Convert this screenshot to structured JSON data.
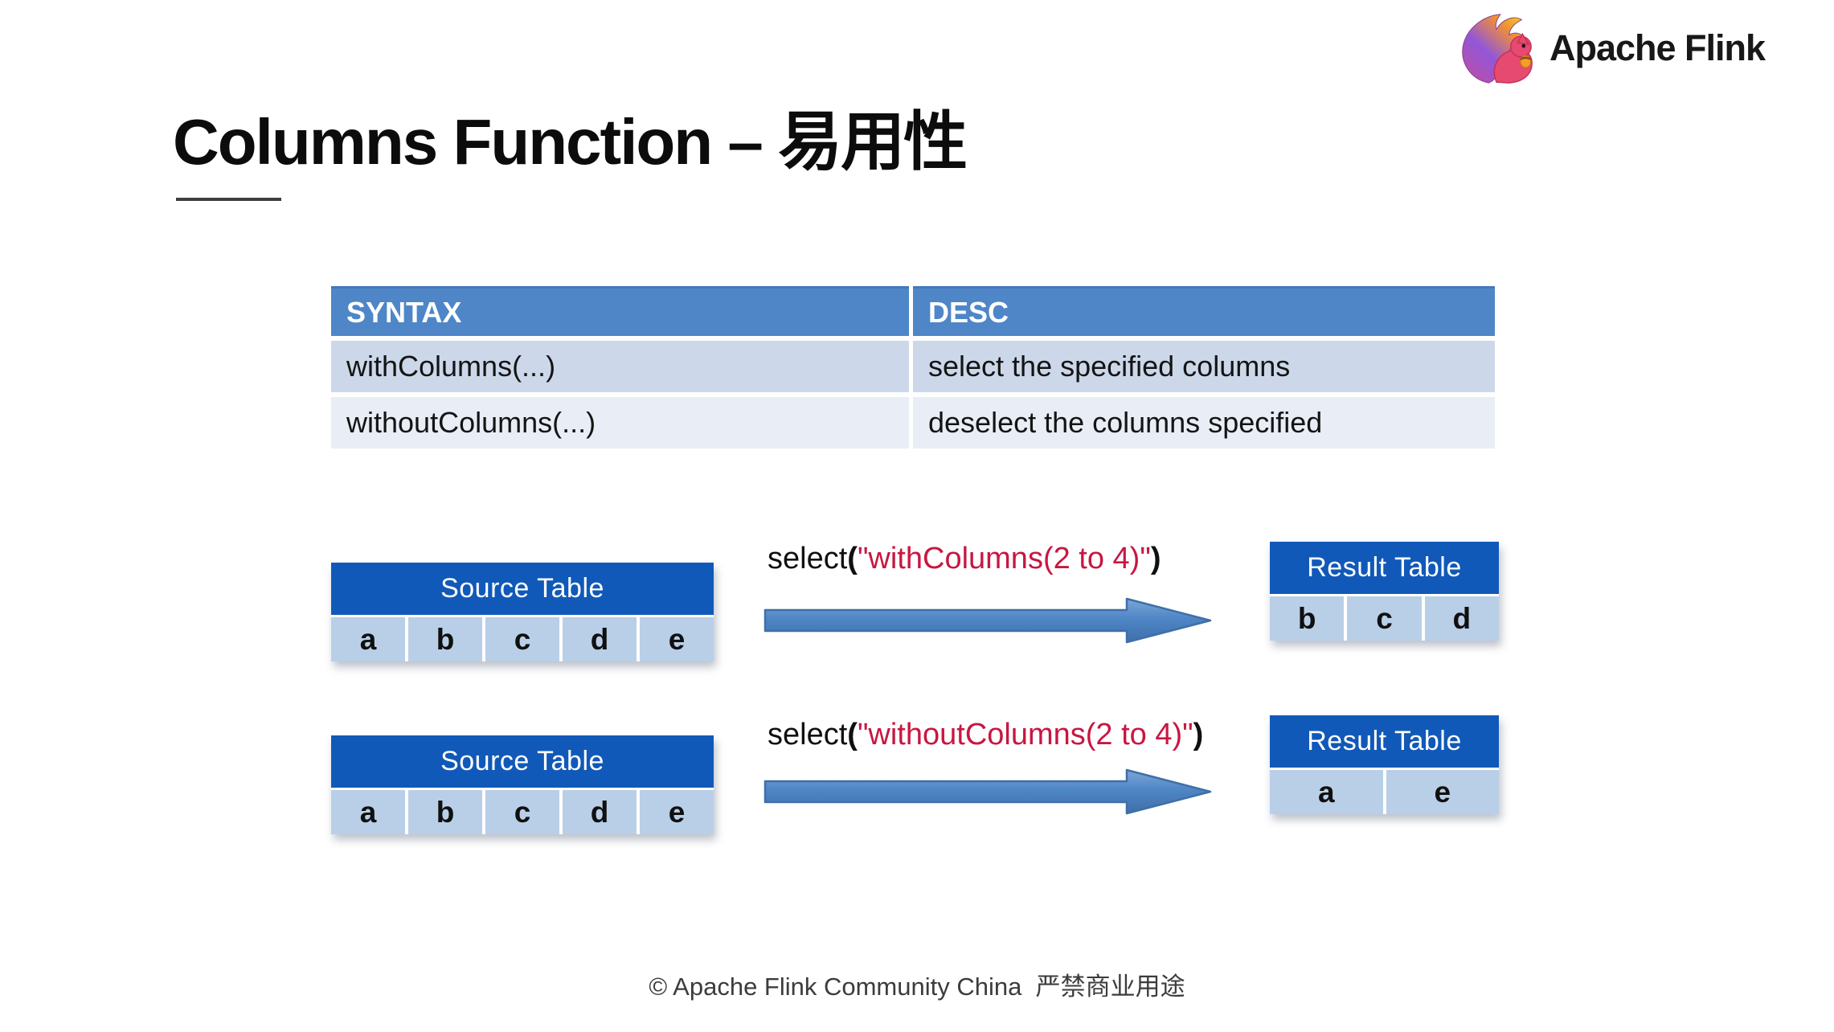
{
  "brand": {
    "name": "Apache Flink"
  },
  "title": {
    "text": "Columns Function – 易用性"
  },
  "syntax_table": {
    "headers": [
      "SYNTAX",
      "DESC"
    ],
    "rows": [
      {
        "syntax": "withColumns(...)",
        "desc": "select the specified columns"
      },
      {
        "syntax": "withoutColumns(...)",
        "desc": "deselect the columns specified"
      }
    ]
  },
  "diagrams": [
    {
      "source": {
        "title": "Source Table",
        "columns": [
          "a",
          "b",
          "c",
          "d",
          "e"
        ]
      },
      "call": {
        "fn": "select",
        "open": "(",
        "arg": "\"withColumns(2 to 4)\"",
        "close": ")"
      },
      "result": {
        "title": "Result Table",
        "columns": [
          "b",
          "c",
          "d"
        ]
      }
    },
    {
      "source": {
        "title": "Source Table",
        "columns": [
          "a",
          "b",
          "c",
          "d",
          "e"
        ]
      },
      "call": {
        "fn": "select",
        "open": "(",
        "arg": "\"withoutColumns(2 to 4)\"",
        "close": ")"
      },
      "result": {
        "title": "Result Table",
        "columns": [
          "a",
          "e"
        ]
      }
    }
  ],
  "footer": {
    "text": "© Apache Flink Community China  严禁商业用途"
  },
  "colors": {
    "syntax_header": "#4e86c8",
    "syntax_row_odd": "#ccd8ea",
    "syntax_row_even": "#e9edf6",
    "mini_header_blue": "#1159b8",
    "mini_cell_blue": "#b9cfe8",
    "arrow_blue": "#4f86c6",
    "code_red": "#c81742"
  }
}
